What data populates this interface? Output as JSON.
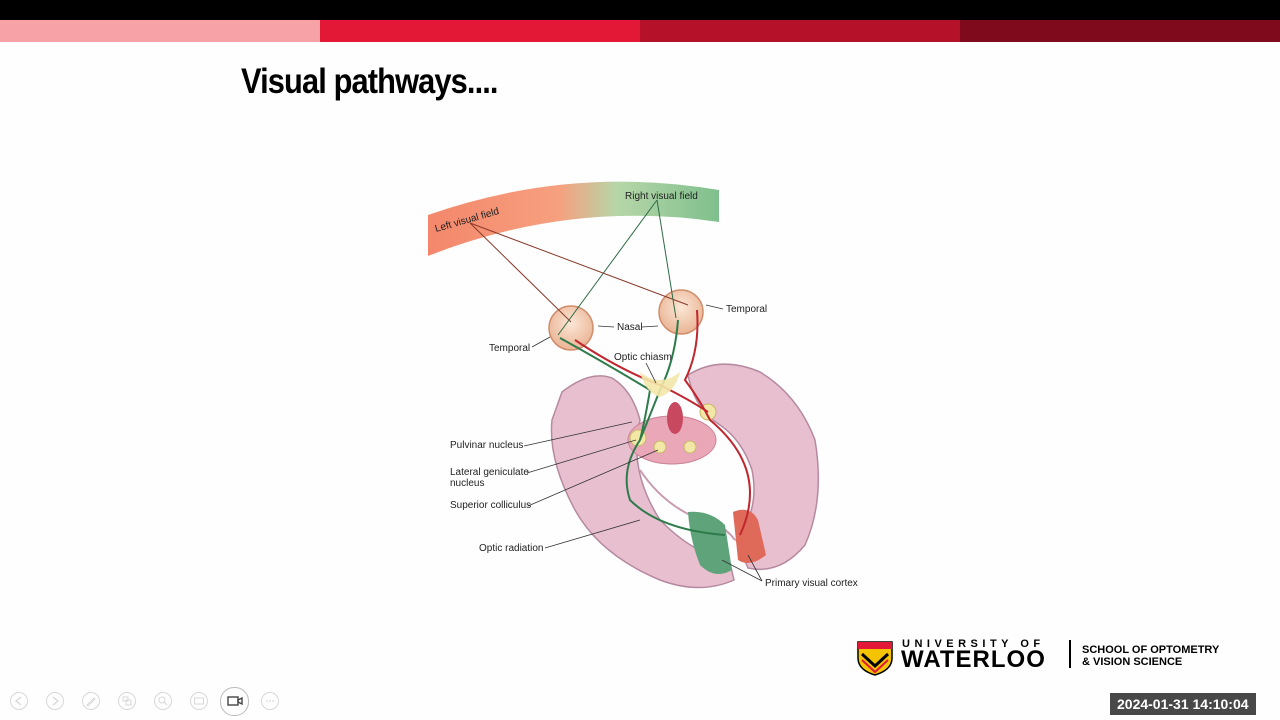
{
  "slide": {
    "title": "Visual pathways....",
    "stripe_colors": [
      "#f7a2a6",
      "#e31837",
      "#b5122a",
      "#7f0a1c"
    ]
  },
  "diagram": {
    "labels": {
      "left_visual_field": "Left visual field",
      "right_visual_field": "Right visual field",
      "temporal_right": "Temporal",
      "temporal_left": "Temporal",
      "nasal": "Nasal",
      "optic_chiasm": "Optic chiasm",
      "pulvinar_nucleus": "Pulvinar nucleus",
      "lateral_geniculate_1": "Lateral geniculate",
      "lateral_geniculate_2": "nucleus",
      "superior_colliculus": "Superior colliculus",
      "optic_radiation": "Optic radiation",
      "primary_visual_cortex": "Primary visual cortex"
    }
  },
  "logo": {
    "university_line1": "UNIVERSITY OF",
    "university_line2": "WATERLOO",
    "school_line1": "SCHOOL OF OPTOMETRY",
    "school_line2": "& VISION SCIENCE"
  },
  "timestamp": "2024-01-31  14:10:04",
  "toolbar": {
    "buttons": [
      {
        "name": "previous-slide-button",
        "icon": "arrow-left-icon"
      },
      {
        "name": "next-slide-button",
        "icon": "arrow-right-icon"
      },
      {
        "name": "pen-button",
        "icon": "pen-icon"
      },
      {
        "name": "slides-button",
        "icon": "slides-icon"
      },
      {
        "name": "zoom-button",
        "icon": "magnifier-icon"
      },
      {
        "name": "subtitles-button",
        "icon": "subtitles-icon"
      },
      {
        "name": "camera-button",
        "icon": "camera-icon"
      },
      {
        "name": "more-options-button",
        "icon": "more-icon"
      }
    ]
  }
}
